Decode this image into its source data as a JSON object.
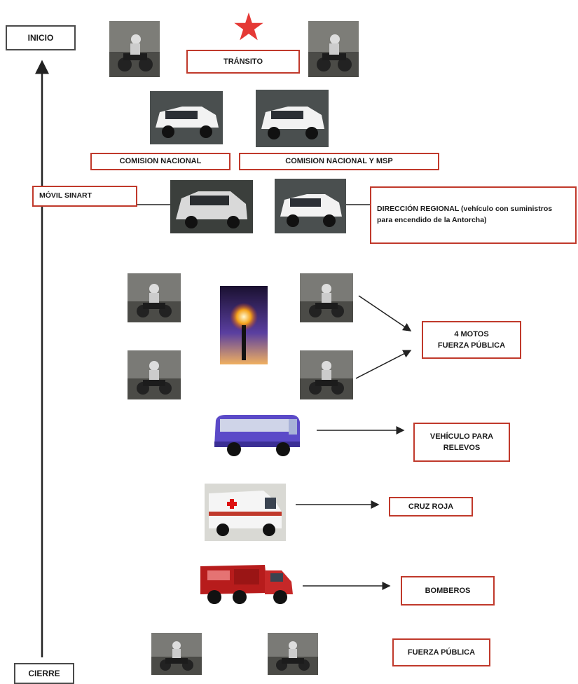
{
  "axis": {
    "top_label": "INICIO",
    "bottom_label": "CIERRE"
  },
  "colors": {
    "border": "#c0392b",
    "star": "#e53935",
    "arrow": "#222222"
  },
  "icons": {
    "star": "star-icon",
    "moto": "motorcycle-photo",
    "pickup": "pickup-truck-photo",
    "car": "car-photo",
    "torch": "torch-photo",
    "bus": "bus-photo",
    "ambulance": "ambulance-photo",
    "fire": "fire-truck-photo"
  },
  "labels": {
    "transito": "TRÁNSITO",
    "comision_nacional": "COMISION NACIONAL",
    "comision_msp": "COMISION NACIONAL Y MSP",
    "movil_sinart": "MÓVIL SINART",
    "direccion_regional": "DIRECCIÓN REGIONAL (vehículo con suministros para encendido de la Antorcha)",
    "motos_line1": "4 MOTOS",
    "motos_line2": "FUERZA PÚBLICA",
    "relevos_line1": "VEHÍCULO PARA",
    "relevos_line2": "RELEVOS",
    "cruz_roja": "CRUZ ROJA",
    "bomberos": "BOMBEROS",
    "fuerza_publica": "FUERZA PÚBLICA"
  }
}
